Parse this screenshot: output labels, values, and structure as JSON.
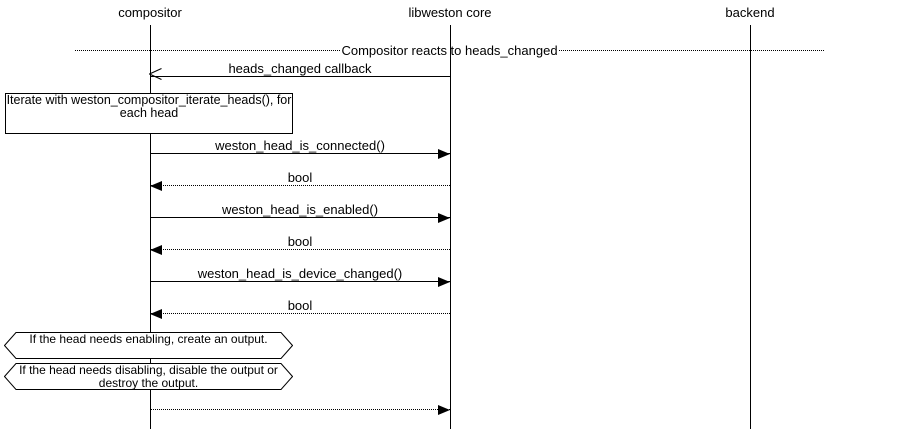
{
  "diagram": {
    "divider_label": "Compositor reacts to heads_changed",
    "lifelines": [
      {
        "label": "compositor"
      },
      {
        "label": "libweston core"
      },
      {
        "label": "backend"
      }
    ],
    "note_label": "Iterate with weston_compositor_iterate_heads(), for each head",
    "messages": [
      {
        "label": "heads_changed callback",
        "from": "libweston core",
        "to": "compositor",
        "line": "solid",
        "arrowhead": "open"
      },
      {
        "label": "weston_head_is_connected()",
        "from": "compositor",
        "to": "libweston core",
        "line": "solid",
        "arrowhead": "filled"
      },
      {
        "label": "bool",
        "from": "libweston core",
        "to": "compositor",
        "line": "dotted",
        "arrowhead": "filled"
      },
      {
        "label": "weston_head_is_enabled()",
        "from": "compositor",
        "to": "libweston core",
        "line": "solid",
        "arrowhead": "filled"
      },
      {
        "label": "bool",
        "from": "libweston core",
        "to": "compositor",
        "line": "dotted",
        "arrowhead": "filled"
      },
      {
        "label": "weston_head_is_device_changed()",
        "from": "compositor",
        "to": "libweston core",
        "line": "solid",
        "arrowhead": "filled"
      },
      {
        "label": "bool",
        "from": "libweston core",
        "to": "compositor",
        "line": "dotted",
        "arrowhead": "filled"
      },
      {
        "label": "",
        "from": "compositor",
        "to": "libweston core",
        "line": "dotted",
        "arrowhead": "filled"
      }
    ],
    "conditions": [
      {
        "label": "If the head needs enabling, create an output."
      },
      {
        "label": "If the head needs disabling, disable the output or destroy the output."
      }
    ],
    "colors": {
      "stroke": "#000000",
      "background": "#ffffff"
    }
  }
}
